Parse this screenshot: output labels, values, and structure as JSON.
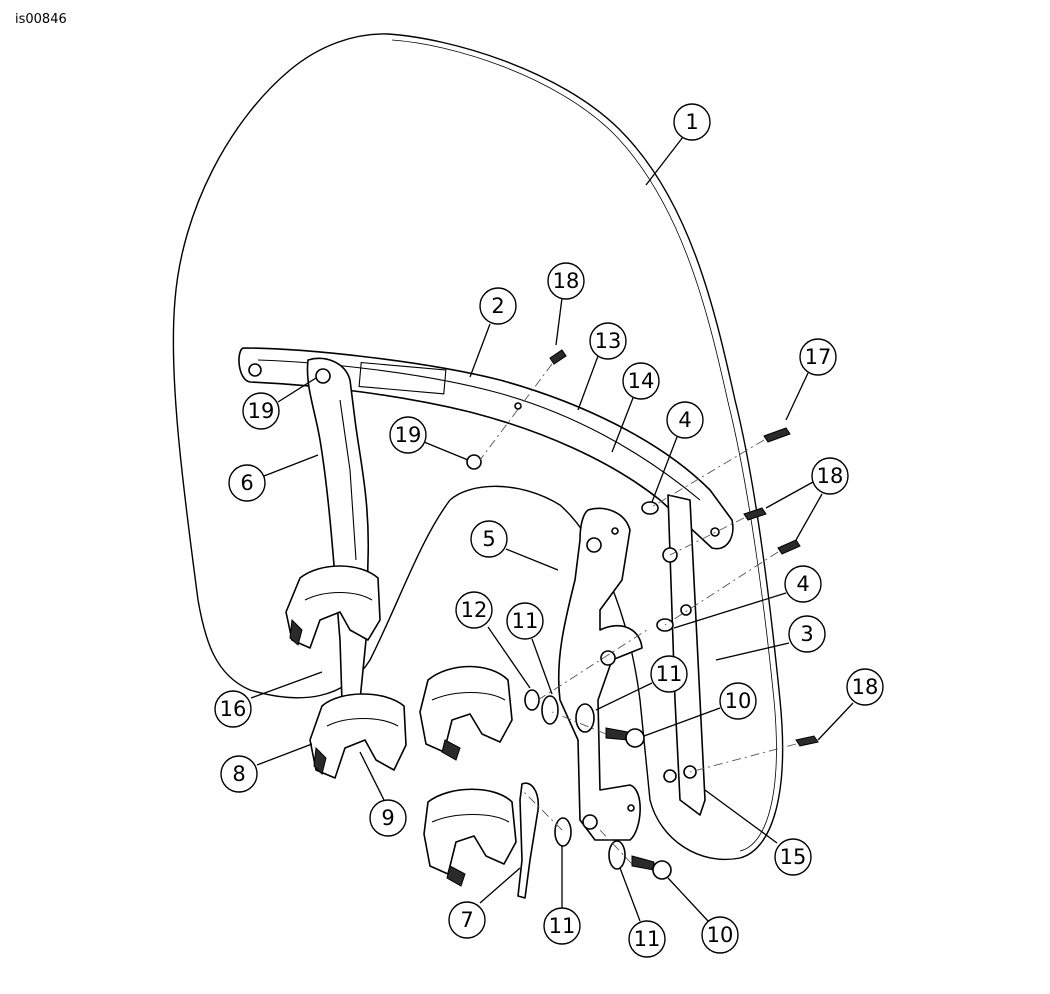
{
  "figure_id": "is00846",
  "callouts": [
    {
      "label": "1"
    },
    {
      "label": "2"
    },
    {
      "label": "13"
    },
    {
      "label": "14"
    },
    {
      "label": "18"
    },
    {
      "label": "17"
    },
    {
      "label": "18"
    },
    {
      "label": "19"
    },
    {
      "label": "19"
    },
    {
      "label": "6"
    },
    {
      "label": "4"
    },
    {
      "label": "5"
    },
    {
      "label": "4"
    },
    {
      "label": "3"
    },
    {
      "label": "12"
    },
    {
      "label": "11"
    },
    {
      "label": "11"
    },
    {
      "label": "10"
    },
    {
      "label": "18"
    },
    {
      "label": "16"
    },
    {
      "label": "8"
    },
    {
      "label": "9"
    },
    {
      "label": "15"
    },
    {
      "label": "7"
    },
    {
      "label": "11"
    },
    {
      "label": "11"
    },
    {
      "label": "10"
    }
  ]
}
